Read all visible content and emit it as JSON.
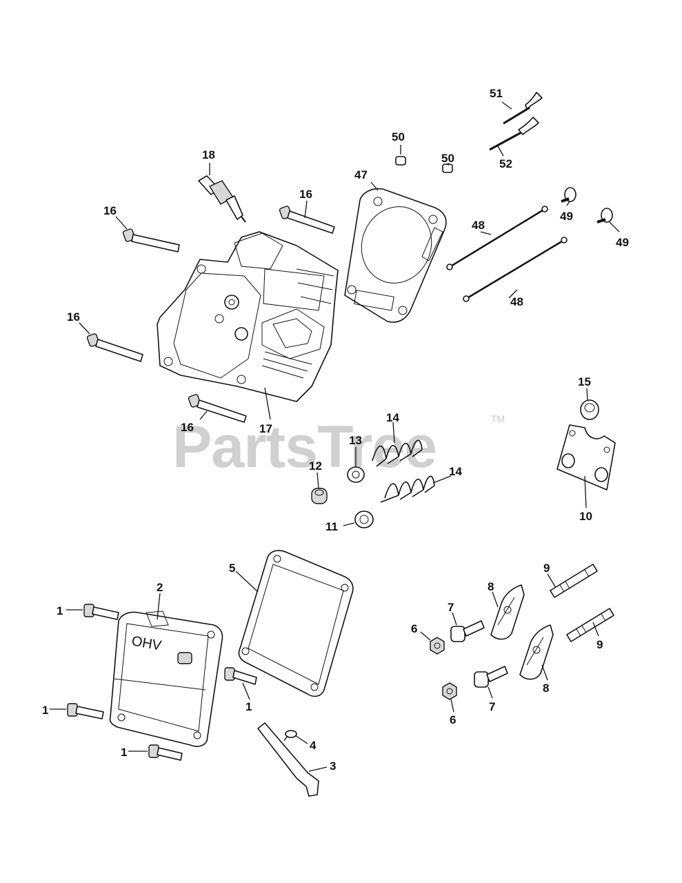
{
  "watermark": {
    "text": "PartsTree",
    "trademark": "TM"
  },
  "cover_marking": "OHV",
  "callouts": [
    {
      "id": "c51",
      "label": "51"
    },
    {
      "id": "c52",
      "label": "52"
    },
    {
      "id": "c50a",
      "label": "50"
    },
    {
      "id": "c50b",
      "label": "50"
    },
    {
      "id": "c47",
      "label": "47"
    },
    {
      "id": "c18",
      "label": "18"
    },
    {
      "id": "c16a",
      "label": "16"
    },
    {
      "id": "c16b",
      "label": "16"
    },
    {
      "id": "c16c",
      "label": "16"
    },
    {
      "id": "c16d",
      "label": "16"
    },
    {
      "id": "c48a",
      "label": "48"
    },
    {
      "id": "c48b",
      "label": "48"
    },
    {
      "id": "c49a",
      "label": "49"
    },
    {
      "id": "c49b",
      "label": "49"
    },
    {
      "id": "c17",
      "label": "17"
    },
    {
      "id": "c15",
      "label": "15"
    },
    {
      "id": "c14a",
      "label": "14"
    },
    {
      "id": "c14b",
      "label": "14"
    },
    {
      "id": "c13",
      "label": "13"
    },
    {
      "id": "c12",
      "label": "12"
    },
    {
      "id": "c11",
      "label": "11"
    },
    {
      "id": "c10",
      "label": "10"
    },
    {
      "id": "c5",
      "label": "5"
    },
    {
      "id": "c2",
      "label": "2"
    },
    {
      "id": "c1a",
      "label": "1"
    },
    {
      "id": "c1b",
      "label": "1"
    },
    {
      "id": "c1c",
      "label": "1"
    },
    {
      "id": "c1d",
      "label": "1"
    },
    {
      "id": "c4",
      "label": "4"
    },
    {
      "id": "c3",
      "label": "3"
    },
    {
      "id": "c9a",
      "label": "9"
    },
    {
      "id": "c9b",
      "label": "9"
    },
    {
      "id": "c8a",
      "label": "8"
    },
    {
      "id": "c8b",
      "label": "8"
    },
    {
      "id": "c7a",
      "label": "7"
    },
    {
      "id": "c7b",
      "label": "7"
    },
    {
      "id": "c6a",
      "label": "6"
    },
    {
      "id": "c6b",
      "label": "6"
    }
  ]
}
